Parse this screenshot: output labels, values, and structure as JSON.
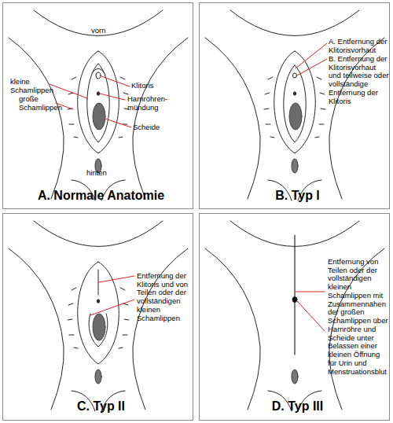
{
  "diagram": {
    "nodes": [
      {
        "text": [
          "vorn",
          "Klitoris",
          "kleine Schamlippen",
          "große Schamlippen",
          "Harnröhren- mündung",
          "Scheide",
          "hinten",
          "A. Normale Anatomie"
        ]
      },
      {
        "text": [
          "A. Entfernung der Klitorisvorhaut",
          "B. Entfernung der Klitorisvorhaut und teilweise oder vollständige Entfernung der Klitoris",
          "B. Typ I"
        ]
      },
      {
        "text": [
          "Entfernung der Klitoris und von Teilen oder der vollständigen kleinen Schamlippen",
          "C. Typ II"
        ]
      },
      {
        "text": [
          "Entfernung von Teilen oder der vollständigen kleinen Schamlippen mit Zusammennähen der großen Schamlippen über Harnröhre und Scheide unter Belassen einer kleinen Öffnung für Urin und Menstruationsblut",
          "D. Typ III"
        ]
      }
    ]
  }
}
